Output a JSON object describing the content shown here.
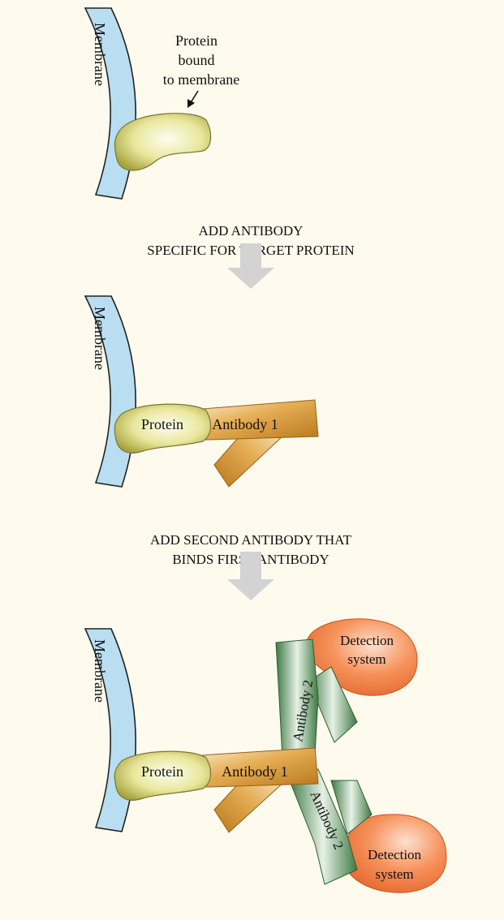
{
  "colors": {
    "background": "#fefbee",
    "membrane": "#b9def2",
    "protein": "#e9e79c",
    "antibody1": "#d99a2a",
    "antibody2": "#4d8a4f",
    "detection": "#f6915a",
    "arrow": "#d3d3d3"
  },
  "step1": {
    "membrane_label": "Membrane",
    "protein_callout": [
      "Protein",
      "bound",
      "to membrane"
    ]
  },
  "step2": {
    "instruction": [
      "ADD ANTIBODY",
      "SPECIFIC FOR TARGET PROTEIN"
    ],
    "membrane_label": "Membrane",
    "protein_label": "Protein",
    "antibody1_label": "Antibody 1"
  },
  "step3": {
    "instruction": [
      "ADD SECOND ANTIBODY THAT",
      "BINDS FIRST ANTIBODY"
    ],
    "membrane_label": "Membrane",
    "protein_label": "Protein",
    "antibody1_label": "Antibody 1",
    "antibody2_top_label": "Antibody 2",
    "antibody2_bottom_label": "Antibody 2",
    "detection_top": [
      "Detection",
      "system"
    ],
    "detection_bottom": [
      "Detection",
      "system"
    ]
  }
}
